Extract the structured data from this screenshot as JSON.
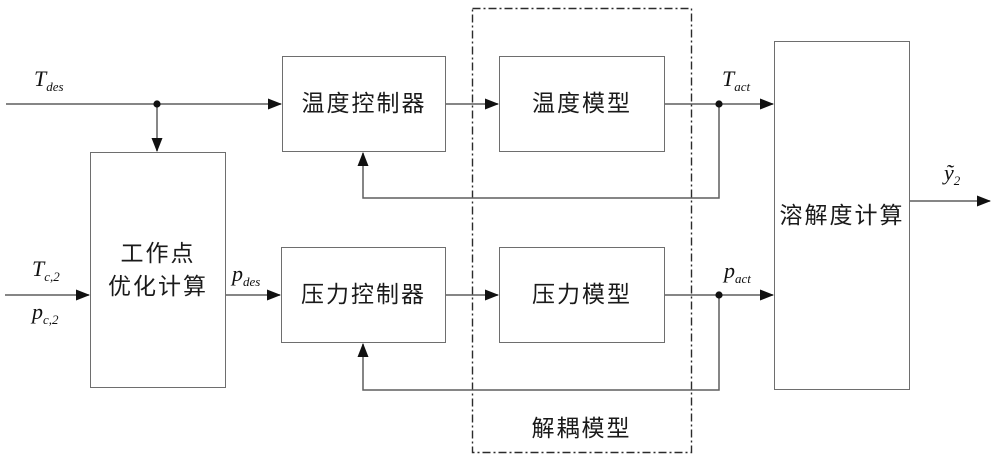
{
  "diagram": {
    "title": "decoupling-control-block-diagram",
    "background_color": "#ffffff",
    "wire_color": "#5f5f5f",
    "box_border_color": "#6e6e6e",
    "arrowhead_color": "#111111",
    "text_color": "#1a1a1a",
    "dashed_frame_color": "#2b2b2b"
  },
  "blocks": {
    "operating_point": {
      "line1": "工作点",
      "line2": "优化计算"
    },
    "temp_controller": {
      "label": "温度控制器"
    },
    "temp_model": {
      "label": "温度模型"
    },
    "pressure_controller": {
      "label": "压力控制器"
    },
    "pressure_model": {
      "label": "压力模型"
    },
    "solubility": {
      "label": "溶解度计算"
    },
    "decoupling": {
      "label": "解耦模型"
    }
  },
  "labels": {
    "t_des": {
      "base": "T",
      "sub": "des"
    },
    "t_c2": {
      "base": "T",
      "sub": "c,2"
    },
    "p_c2": {
      "base": "p",
      "sub": "c,2"
    },
    "p_des": {
      "base": "p",
      "sub": "des"
    },
    "t_act": {
      "base": "T",
      "sub": "act"
    },
    "p_act": {
      "base": "p",
      "sub": "act"
    },
    "y2_out": {
      "base": "ỹ",
      "sub": "2"
    }
  }
}
